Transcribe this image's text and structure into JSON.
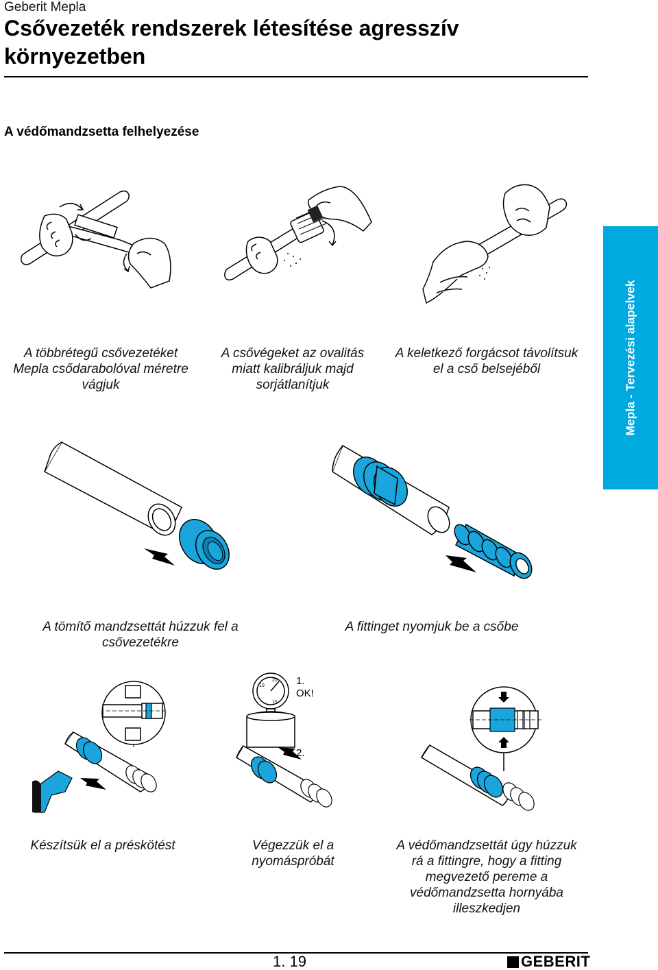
{
  "header": {
    "brand": "Geberit Mepla",
    "title": "Csővezeték rendszerek létesítése agresszív környezetben"
  },
  "section": {
    "heading": "A védőmandzsetta felhelyezése"
  },
  "side_tab": {
    "label": "Mepla - Tervezési alapelvek",
    "color": "#00a9e0"
  },
  "captions": {
    "cut": "A többrétegű csővezetéket Mepla csődarabolóval méretre vágjuk",
    "calibrate": "A csővégeket az ovalitás miatt kalibráljuk majd sorjátlanítjuk",
    "chips": "A keletkező forgácsot távolítsuk el a cső belsejéből",
    "sleeve": "A tömítő mandzsettát húzzuk fel a csővezetékre",
    "fitting": "A fittinget nyomjuk be a csőbe",
    "press": "Készítsük el a préskötést",
    "pressure_test": "Végezzük el a nyomáspróbát",
    "slide": "A védőmandzsettát úgy húzzuk rá a fittingre, hogy a fitting megvezető pereme a védőmandzsetta hornyába illeszkedjen"
  },
  "steps": {
    "first": "1.",
    "ok": "OK!",
    "second": "2."
  },
  "gauge": {
    "tick_1": "20",
    "tick_2": "10",
    "tick_3": "15"
  },
  "footer": {
    "page": "1. 19",
    "logo": "GEBERIT"
  },
  "colors": {
    "accent_blue": "#1aa6dc",
    "text": "#000000"
  }
}
